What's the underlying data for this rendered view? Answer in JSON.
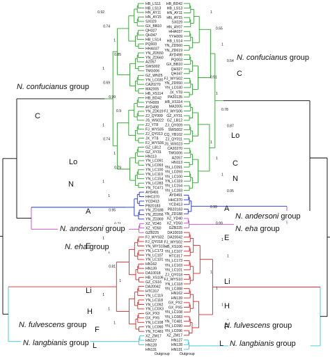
{
  "colors": {
    "confucianus": "#2ca02c",
    "andersoni": "#1f2fd6",
    "eha": "#cc44cc",
    "fulvescens": "#e02020",
    "langbianis": "#33c6d6",
    "backbone": "#000000"
  },
  "left_tree": {
    "group_labels": [
      {
        "species": "N. confucianus",
        "suffix": " group"
      },
      {
        "species": "N. andersoni",
        "suffix": " group"
      },
      {
        "species": "N. eha",
        "suffix": " group"
      },
      {
        "species": "N. fulvescens",
        "suffix": " group"
      },
      {
        "species": "N. langbianis",
        "suffix": " group"
      }
    ],
    "clade_letters": [
      "C",
      "Lo",
      "N",
      "A",
      "E",
      "Li",
      "H",
      "F",
      "L"
    ],
    "support": [
      "0.92",
      "0.74",
      "1",
      "0.85",
      "1",
      "0.69",
      "0.99",
      "0.9",
      "1",
      "0.74",
      "1",
      "0.79",
      "1",
      "1",
      "0.95",
      "0.71",
      "1",
      "1",
      "0.81",
      "1",
      "1",
      "1",
      "1"
    ],
    "outgroup": "Outgroup",
    "tips": [
      "HB_LS11",
      "HB_LS13",
      "HN_AY11",
      "HN_AY15",
      "SX029",
      "GX_BB10",
      "QH327",
      "QH347",
      "HB_LS14",
      "PQ003",
      "HHA037",
      "YN_ZD550",
      "YN_ZD560",
      "AZ057",
      "SWS002",
      "TMG006",
      "GZ_WN25",
      "YN_LC030",
      "CA20270",
      "MA2005",
      "HB_XS114",
      "HB_BD42",
      "YYH009",
      "AYD498",
      "YN_ZD619",
      "ZJ_QY009",
      "JS_WS022",
      "ZJ_YT8",
      "FJ_WYS05",
      "ZJ_QY013",
      "JX_YT8",
      "FJ_WYS06",
      "GZ_LB12",
      "GZ_XY31",
      "HN113",
      "YN_LC091",
      "YN_LC093",
      "YN_LC100",
      "YN_LC119",
      "YN_LC154",
      "YN_LC283",
      "YN_TC471",
      "AYD491",
      "HHC370",
      "YCD413",
      "PB20183",
      "YN_ZD188",
      "YN_ZD266",
      "YN_ZD369",
      "XZ_YD40",
      "XZ_YD50",
      "GZB225",
      "FJ_WYS02",
      "FJ_QY018",
      "YN_WYS10",
      "YN_LC173",
      "YN_LC107",
      "YN_LC101",
      "HN162",
      "HN139",
      "DA10018",
      "HB_XS106",
      "GZ_CS16",
      "DA20042",
      "HTC317",
      "YN_LC119",
      "YN_LC118",
      "YN_LC092",
      "YN_LC0X3",
      "GX_PX3",
      "GX_PX5",
      "YN_LC108",
      "YN_LC090",
      "YN_TC481",
      "XZ_ZM17",
      "HN127",
      "HN128",
      "HN131"
    ]
  },
  "right_tree": {
    "group_labels": [
      {
        "species": "N. confucianus",
        "suffix": " group"
      },
      {
        "species": "N. andersoni",
        "suffix": " group"
      },
      {
        "species": "N. eha",
        "suffix": " group"
      },
      {
        "species": "N. fulvescens",
        "suffix": " group"
      },
      {
        "species": "N. langbianis",
        "suffix": " group"
      }
    ],
    "clade_letters": [
      "C",
      "Lo",
      "C",
      "N",
      "A",
      "E",
      "Li",
      "H",
      "F",
      "L"
    ],
    "support": [
      "1",
      "0.55",
      "1",
      "0.54",
      "0.51",
      "1",
      "0.78",
      "0.87",
      "1",
      "1",
      "1",
      "0.95",
      "0.99",
      "0.99",
      "1",
      "1",
      "1",
      "1",
      "1",
      "1"
    ],
    "outgroup": "Outgroup",
    "tips": [
      "HB_BD42",
      "HB_LS13",
      "HN_AY11",
      "HN_AY15",
      "SX029",
      "HN_AY07",
      "HHA037",
      "YYH009",
      "HB_LS14",
      "YN_ZD560",
      "YN_ZD619",
      "AYD498",
      "PQ003",
      "GX_BB10",
      "QH327",
      "QH347",
      "FJ_WYS02",
      "YN_ZD550",
      "YN_LC030",
      "JX_YT8",
      "PA20135",
      "HB_XS114",
      "MA2005",
      "FJ_WYS06",
      "GZ_XY31",
      "GZ_LB12",
      "ZJ_QY009",
      "SWS002",
      "CQ_YB102",
      "ZJ_QY011",
      "JS_WX023",
      "CA20270",
      "TMG006",
      "AZ057",
      "HN113",
      "YN_LC091",
      "YN_LC093",
      "YN_LC100",
      "YN_LC119",
      "YN_LC154",
      "YN_LC283",
      "AYD491",
      "HHC370",
      "YCD413",
      "PB20183",
      "YN_ZD188",
      "XZ_YD40",
      "XZ_YD50",
      "GZB225",
      "DA10018",
      "DA20042",
      "FJ_WYS02",
      "HB_XS106",
      "YN_LC107",
      "HTC317",
      "YN_LC173",
      "YN_LC103",
      "YN_LC101",
      "ZJ_QY018",
      "FJ_WYS10",
      "YN_LC118",
      "YN_LC388",
      "HN162",
      "HN139",
      "GX_PX2",
      "GX_PX5",
      "YN_LC108",
      "YN_LC083",
      "YN_TC481",
      "YN_LC090",
      "YN_LC096",
      "XZ_ZM17",
      "HN127",
      "HN128",
      "HN131"
    ]
  }
}
